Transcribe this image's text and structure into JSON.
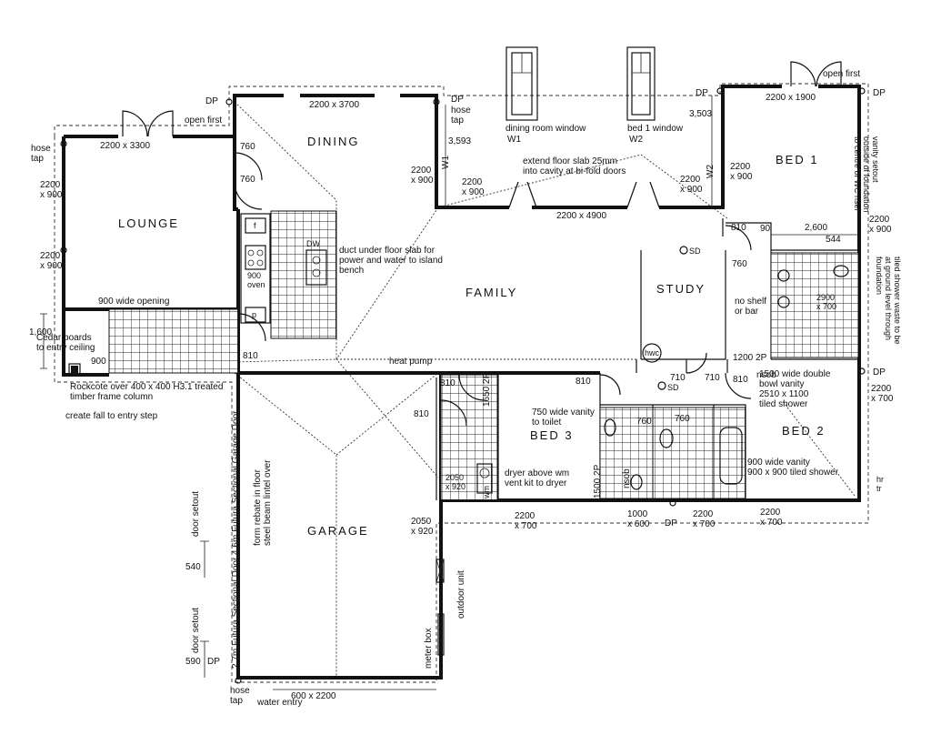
{
  "rooms": {
    "lounge": "LOUNGE",
    "dining": "DINING",
    "family": "FAMILY",
    "study": "STUDY",
    "bed1": "BED 1",
    "bed2": "BED 2",
    "bed3": "BED 3",
    "garage": "GARAGE"
  },
  "windows": {
    "lounge_top": "2200 x 3300",
    "dining_top": "2200 x 3700",
    "bed1_top": "2200 x 1900",
    "family_bottom": "2200 x 4900",
    "lounge_left": "2200\nx 900",
    "lounge_left2": "2200\nx 900",
    "dining_right": "2200\nx 900",
    "w1_left": "2200\nx 900",
    "w2_right": "2200\nx 900",
    "bed1_left": "2200\nx 900",
    "bed1_right": "2200\nx 900",
    "bed2_right": "2200\nx 700",
    "bed3_bottom": "2200\nx 700",
    "bath_bottom": "1000\nx 600",
    "ens_bottom": "2200\nx 700",
    "bed2_bottom": "2200\nx 700",
    "garage_side": "2050\nx 920",
    "laundry": "2050\nx 920",
    "garage_bottom": "600 x 2200"
  },
  "doors": {
    "d760a": "760",
    "d760b": "760",
    "d810a": "810",
    "d810b": "810",
    "d810c": "810",
    "d810d": "810",
    "d810e": "810",
    "d810f": "810",
    "d710a": "710",
    "d710b": "710",
    "d760c": "760",
    "d760d": "760",
    "d760e": "760",
    "d3593": "3,593",
    "d3503": "3,503",
    "d90": "90",
    "d2600": "2,600",
    "d544": "544",
    "d1600": "1,600",
    "d900": "900",
    "d540": "540",
    "d590": "590"
  },
  "notes": {
    "open_first_left": "open first",
    "open_first_right": "open first",
    "dp1": "DP",
    "dp2": "DP",
    "dp3": "DP",
    "dp4": "DP",
    "dp5": "DP",
    "dp6": "DP",
    "dp7": "DP",
    "hose_tap_left": "hose\ntap",
    "hose_tap_mid": "hose\ntap",
    "hose_tap_bottom": "hose\ntap",
    "hr": "hr\ntr",
    "dining_window": "dining room window",
    "w1": "W1",
    "bed1_window": "bed 1 window",
    "w2": "W2",
    "extend_slab": "extend floor slab 25mm\ninto cavity at bi-fold doors",
    "duct": "duct under floor slab for\npower and water to island\nbench",
    "opening": "900 wide opening",
    "cedar": "Cedar boards\nto entry ceiling",
    "rockcote": "Rockcote over 400 x 400 H3.1 treated\ntimber frame column",
    "fall": "create fall to entry step",
    "heat_pump": "heat pump",
    "sd1": "SD",
    "sd2": "SD",
    "no_shelf": "no shelf\nor bar",
    "hwc": "hwc",
    "ens_2p": "1200 2P",
    "nsob1": "nsob",
    "nsob2": "nsob",
    "vanity_double": "1500 wide double\nbowl vanity\n2510 x 1100\ntiled shower",
    "vanity_toilet": "750 wide vanity\nto toilet",
    "vanity_900": "900 wide vanity\n900 x 900 tiled shower",
    "dryer": "dryer above wm\nvent kit to dryer",
    "p1500": "1500 2P",
    "p1650": "1650 2P",
    "p2050": "2050\nx 920",
    "p2900": "2900\nx 700",
    "vanity_setout": "vanity setout\noutside of foundation\nto centre of WC riser",
    "tiled_waste": "tiled shower waste to be\nat ground level through\nfoundation",
    "garage_door": "2.7m Futura Sectional Door 4.6m Futura Sectional Garage Door",
    "form_rebate": "form rebate in floor\nsteel beam lintel over",
    "door_setout1": "door setout",
    "door_setout2": "door setout",
    "meter_box": "meter box",
    "outdoor_unit": "outdoor unit",
    "water_entry": "water entry",
    "f": "f",
    "p": "p",
    "wm": "wm",
    "dw": "DW",
    "oven": "900\noven"
  }
}
